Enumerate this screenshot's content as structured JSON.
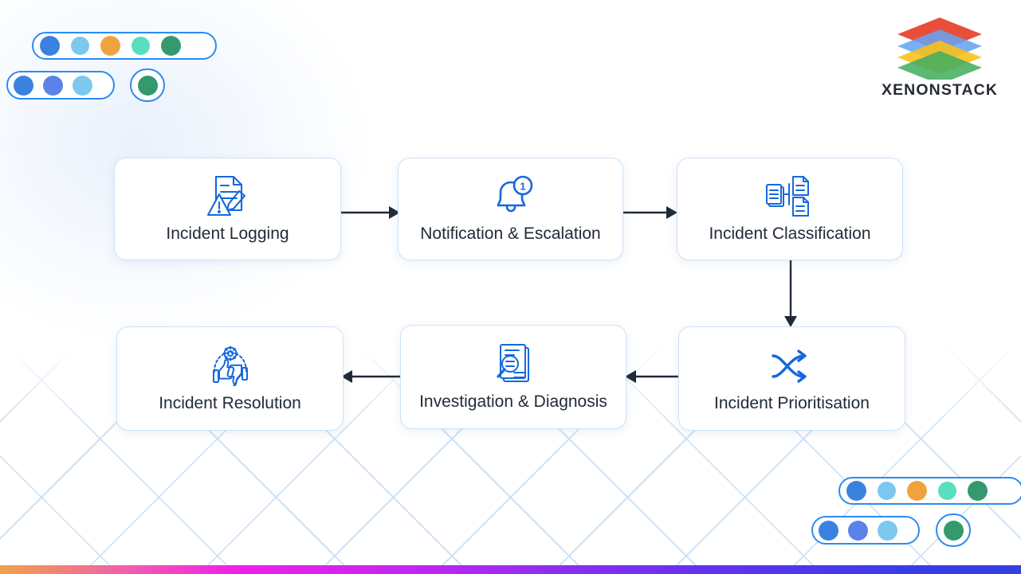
{
  "brand": {
    "name": "XENONSTACK",
    "logo_icon": "stacked-layers-logo",
    "layer_colors": [
      "#e8402a",
      "#5b9bf0",
      "#fbbc05",
      "#34a853"
    ]
  },
  "decor": {
    "top_left": {
      "pill_1_dots": [
        "#3b82e0",
        "#7cc8ef",
        "#efa33f",
        "#57dfc0",
        "#34996d"
      ],
      "pill_2_dots": [
        "#3b82e0",
        "#5b82ea",
        "#7cc8ef"
      ],
      "pill_3_dots": [
        "#34996d"
      ]
    },
    "bottom_right": {
      "pill_1_dots": [
        "#3b82e0",
        "#7cc8ef",
        "#efa33f",
        "#57dfc0",
        "#34996d"
      ],
      "pill_2_dots": [
        "#3b82e0",
        "#5b82ea",
        "#7cc8ef"
      ],
      "pill_3_dots": [
        "#34996d"
      ]
    },
    "pill_border": "#2b8bf2",
    "bottom_strip_colors": [
      "#f0a24a",
      "#f020e8",
      "#8c2df0",
      "#3440e0"
    ],
    "grid_color": "#c6def6"
  },
  "flow": {
    "accent_color": "#1668dc",
    "arrow_color": "#1f2937",
    "steps": [
      {
        "id": "incident-logging",
        "label": "Incident Logging",
        "icon": "document-pencil-alert-icon"
      },
      {
        "id": "notification-escalation",
        "label": "Notification & Escalation",
        "icon": "bell-badge-icon",
        "badge": "1"
      },
      {
        "id": "incident-classification",
        "label": "Incident Classification",
        "icon": "document-branch-icon"
      },
      {
        "id": "incident-prioritisation",
        "label": "Incident Prioritisation",
        "icon": "shuffle-arrows-icon"
      },
      {
        "id": "investigation-diagnosis",
        "label": "Investigation & Diagnosis",
        "icon": "document-magnifier-icon"
      },
      {
        "id": "incident-resolution",
        "label": "Incident Resolution",
        "icon": "thumbs-gear-icon"
      }
    ],
    "connectors": [
      {
        "id": "conn-1-2",
        "direction": "right"
      },
      {
        "id": "conn-2-3",
        "direction": "right"
      },
      {
        "id": "conn-3-4",
        "direction": "down"
      },
      {
        "id": "conn-4-5",
        "direction": "left"
      },
      {
        "id": "conn-5-6",
        "direction": "left"
      }
    ]
  }
}
